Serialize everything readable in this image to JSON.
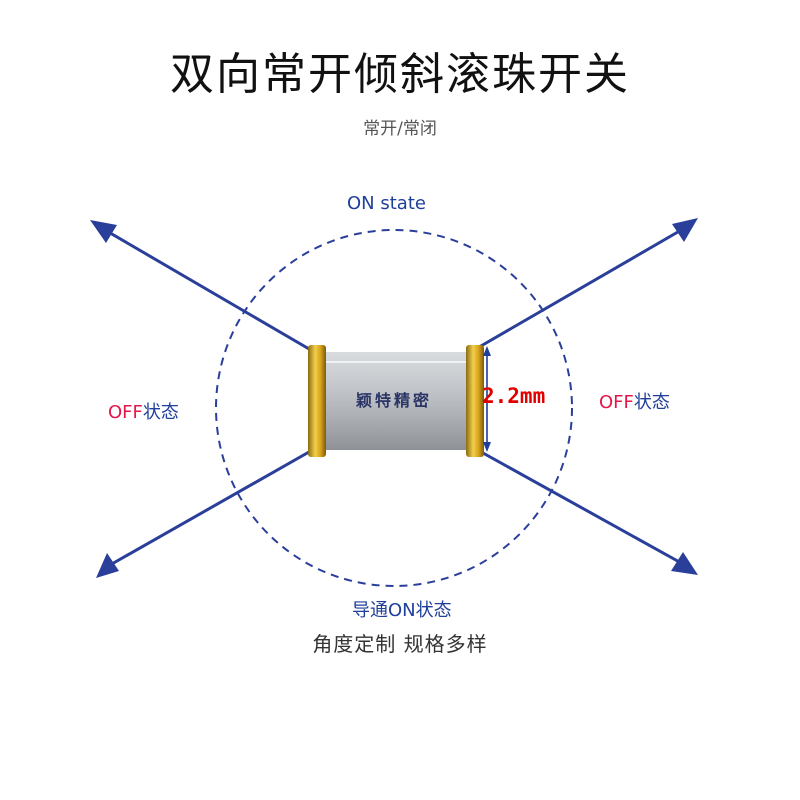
{
  "title": "双向常开倾斜滚珠开关",
  "subtitle": "常开/常闭",
  "labels": {
    "on_state": "ON state",
    "off_left_en": "OFF",
    "off_left_cn": "状态",
    "off_right_en": "OFF",
    "off_right_cn": "状态",
    "on_bottom": "导通ON状态",
    "dimension": "2.2mm",
    "brand": "颖特精密"
  },
  "caption": "角度定制 规格多样",
  "colors": {
    "arrow": "#1f3f9a",
    "off_text": "#e4174a",
    "dimension": "#e00000",
    "gold": "#d4a017",
    "body": "#b9bcc0"
  }
}
